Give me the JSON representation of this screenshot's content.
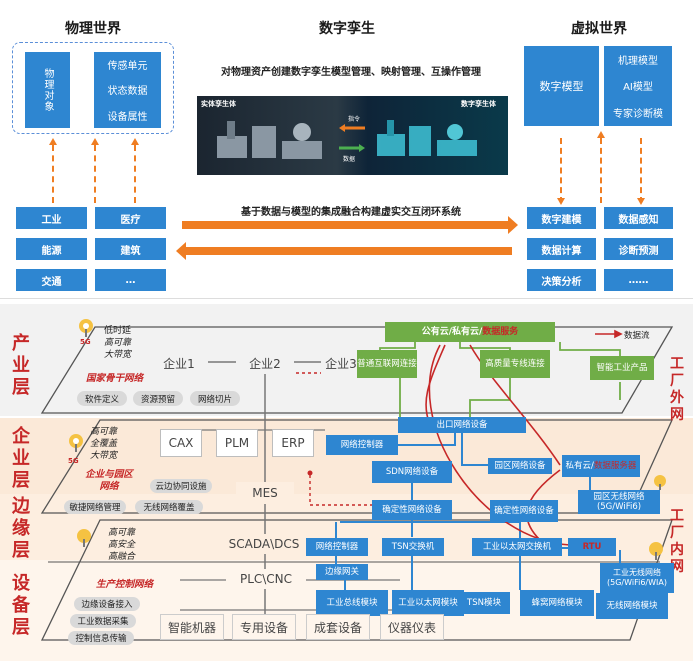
{
  "top": {
    "physical_world": "物理世界",
    "digital_twin": "数字孪生",
    "virtual_world": "虚拟世界",
    "physical_object": "物理对象",
    "physical_attrs": [
      "传感单元",
      "状态数据",
      "设备属性"
    ],
    "twin_subtitle": "对物理资产创建数字孪生模型管理、映射管理、互操作管理",
    "entity_twin_label": "实体孪生体",
    "digital_twin_label": "数字孪生体",
    "cmd_label": "指令",
    "data_label": "数据",
    "digital_model": "数字模型",
    "virtual_models": [
      "机理模型",
      "AI模型",
      "专家诊断模"
    ],
    "integration_caption": "基于数据与模型的集成融合构建虚实交互闭环系统",
    "left_buttons": [
      "工业",
      "医疗",
      "能源",
      "建筑",
      "交通",
      "…"
    ],
    "right_buttons": [
      "数字建模",
      "数据感知",
      "数据计算",
      "诊断预测",
      "决策分析",
      "……"
    ]
  },
  "layers": {
    "industry": "产业层",
    "enterprise": "企业层",
    "edge": "边缘层",
    "device": "设备层",
    "factory_external": "工厂外网",
    "factory_internal": "工厂内网"
  },
  "industry_layer": {
    "gen": "5G",
    "features": [
      "低时延",
      "高可靠",
      "大带宽"
    ],
    "backbone": "国家骨干网络",
    "pills": [
      "软件定义",
      "资源预留",
      "网络切片"
    ],
    "enterprises": [
      "企业1",
      "企业2",
      "企业3"
    ],
    "cloud": {
      "prefix": "公有云/私有云/",
      "highlight": "数据服务"
    },
    "internet": "普通互联网连接",
    "dedicated": "高质量专线连接",
    "smart_product": "智能工业产品",
    "legend": "数据流"
  },
  "enterprise_layer": {
    "gen": "5G",
    "features": [
      "高可靠",
      "全覆盖",
      "大带宽"
    ],
    "campus": "企业与园区网络",
    "pills": [
      "云边协同设施",
      "敏捷网络管理",
      "无线网络覆盖"
    ],
    "apps": [
      "CAX",
      "PLM",
      "ERP"
    ],
    "mes": "MES",
    "exit": "出口网络设备",
    "controller": "网络控制器",
    "sdn": "SDN网络设备",
    "campus_device": "园区网络设备",
    "private_cloud": {
      "prefix": "私有云/",
      "highlight": "数据服务器"
    },
    "campus_wireless": "园区无线网络(5G/WiFi6)",
    "deterministic": "确定性网络设备",
    "deterministic_device": "确定性网络设备"
  },
  "edge_layer": {
    "features": [
      "高可靠",
      "高安全",
      "高融合"
    ],
    "scada": "SCADA\\DCS",
    "controller": "网络控制器",
    "tsn": "TSN交换机",
    "eth_switch": "工业以太网交换机",
    "rtu": "RTU",
    "wireless": "工业无线网络(5G/WiFi6/WIA)"
  },
  "device_layer": {
    "production": "生产控制网络",
    "plc": "PLC\\CNC",
    "gateway": "边缘网关",
    "pills": [
      "边缘设备接入",
      "工业数据采集",
      "控制信息传输"
    ],
    "modules": [
      "工业总线模块",
      "工业以太网模块",
      "TSN模块",
      "蜂窝网络模块",
      "无线网络模块"
    ],
    "devices": [
      "智能机器",
      "专用设备",
      "成套设备",
      "仪器仪表"
    ]
  },
  "colors": {
    "blue": "#2e86d1",
    "green": "#70ad47",
    "orange": "#ef7d22",
    "red": "#c62828"
  }
}
